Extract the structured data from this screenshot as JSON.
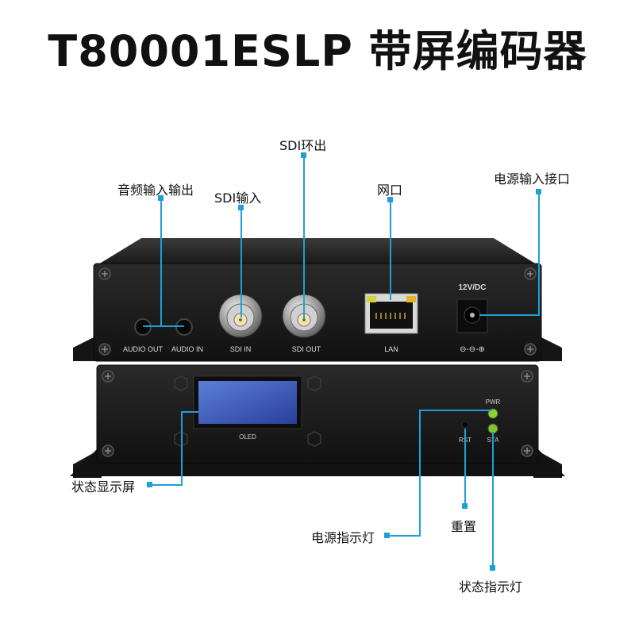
{
  "title": "T80001ESLP 带屏编码器",
  "callouts": {
    "audio_io": "音频输入输出",
    "sdi_in": "SDI输入",
    "sdi_loop": "SDI环出",
    "lan_port": "网口",
    "power_in": "电源输入接口",
    "status_screen": "状态显示屏",
    "power_led": "电源指示灯",
    "reset": "重置",
    "status_led": "状态指示灯"
  },
  "device_labels": {
    "audio_out": "AUDIO OUT",
    "audio_in": "AUDIO IN",
    "sdi_in": "SDI IN",
    "sdi_out": "SDI OUT",
    "lan": "LAN",
    "power": "12V/DC",
    "polarity": "⊖-⊖-⊕",
    "oled": "OLED",
    "pwr": "PWR",
    "sta": "STA",
    "rst": "RST"
  },
  "colors": {
    "leader": "#1f9fd8",
    "chassis": "#1c1c1c",
    "led_green": "#8fd13a"
  }
}
